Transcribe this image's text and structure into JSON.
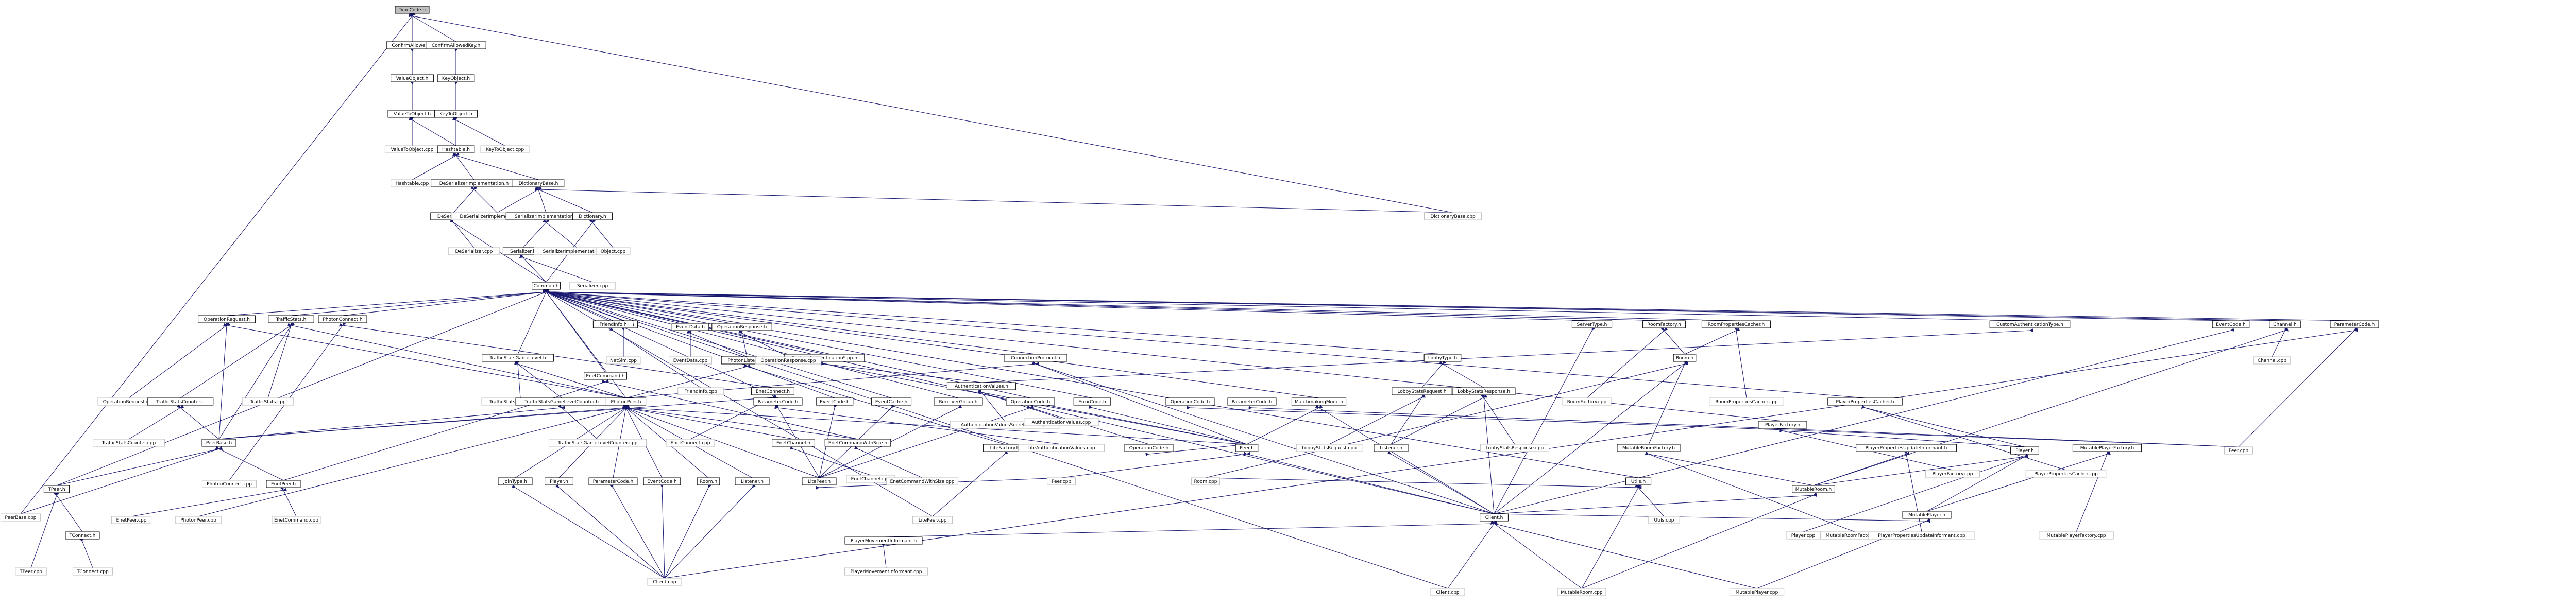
{
  "graph": {
    "edge_color": "#191970",
    "root_fill": "#bfbfbf",
    "nodes": [
      {
        "id": "n0",
        "label": "TypeCode.h",
        "root": true
      },
      {
        "id": "n1",
        "label": "ConfirmAllowed.h"
      },
      {
        "id": "n2",
        "label": "ConfirmAllowedKey.h"
      },
      {
        "id": "n3",
        "label": "ValueObject.h"
      },
      {
        "id": "n4",
        "label": "KeyObject.h"
      },
      {
        "id": "n5",
        "label": "ValueToObject.h"
      },
      {
        "id": "n6",
        "label": "KeyToObject.h"
      },
      {
        "id": "n7",
        "label": "ValueToObject.cpp",
        "plain": true
      },
      {
        "id": "n8",
        "label": "Hashtable.h"
      },
      {
        "id": "n9",
        "label": "KeyToObject.cpp",
        "plain": true
      },
      {
        "id": "n10",
        "label": "Hashtable.cpp",
        "plain": true
      },
      {
        "id": "n11",
        "label": "DeSerializerImplementation.h"
      },
      {
        "id": "n12",
        "label": "DictionaryBase.h"
      },
      {
        "id": "n13",
        "label": "DeSerializer.h"
      },
      {
        "id": "n14",
        "label": "DeSerializerImplementation.cpp",
        "plain": true
      },
      {
        "id": "n15",
        "label": "SerializerImplementation.h"
      },
      {
        "id": "n16",
        "label": "Dictionary.h"
      },
      {
        "id": "n17",
        "label": "DictionaryBase.cpp",
        "plain": true
      },
      {
        "id": "n18",
        "label": "DeSerializer.cpp",
        "plain": true
      },
      {
        "id": "n19",
        "label": "Serializer.h"
      },
      {
        "id": "n20",
        "label": "SerializerImplementation.cpp",
        "plain": true
      },
      {
        "id": "n21",
        "label": "Object.cpp",
        "plain": true
      },
      {
        "id": "n22",
        "label": "Common.h"
      },
      {
        "id": "n23",
        "label": "Serializer.cpp",
        "plain": true
      },
      {
        "id": "n24",
        "label": "OperationRequest.h"
      },
      {
        "id": "n25",
        "label": "TrafficStats.h"
      },
      {
        "id": "n26",
        "label": "PhotonConnect.h"
      },
      {
        "id": "n27",
        "label": "EnetCommand.h"
      },
      {
        "id": "n28",
        "label": "NetSim.h"
      },
      {
        "id": "n29",
        "label": "EventData.h"
      },
      {
        "id": "n30",
        "label": "OperationResponse.h"
      },
      {
        "id": "n31",
        "label": "TrafficStatsGameLevel.h"
      },
      {
        "id": "n32",
        "label": "CustomAuthentication*.pp.h"
      },
      {
        "id": "n33",
        "label": "ConnectionProtocol.h"
      },
      {
        "id": "n34",
        "label": "FriendInfo.h"
      },
      {
        "id": "n35",
        "label": "LobbyType.h"
      },
      {
        "id": "n36",
        "label": "ServerType.h"
      },
      {
        "id": "n37",
        "label": "RoomFactory.h"
      },
      {
        "id": "n38",
        "label": "RoomPropertiesCacher.h"
      },
      {
        "id": "n39",
        "label": "CustomAuthenticationType.h"
      },
      {
        "id": "n40",
        "label": "EventCode.h"
      },
      {
        "id": "n41",
        "label": "Channel.h"
      },
      {
        "id": "n42",
        "label": "ParameterCode.h"
      },
      {
        "id": "n43",
        "label": "OperationRequest.cpp",
        "plain": true
      },
      {
        "id": "n44",
        "label": "TrafficStatsCounter.h"
      },
      {
        "id": "n45",
        "label": "TrafficStats.cpp",
        "plain": true
      },
      {
        "id": "n46",
        "label": "EnetConnect.h"
      },
      {
        "id": "n47",
        "label": "NetSim.cpp",
        "plain": true
      },
      {
        "id": "n48",
        "label": "EventData.cpp",
        "plain": true
      },
      {
        "id": "n49",
        "label": "PhotonListener.h"
      },
      {
        "id": "n50",
        "label": "OperationResponse.cpp",
        "plain": true
      },
      {
        "id": "n51",
        "label": "TrafficStatsGameLevel.cpp",
        "plain": true
      },
      {
        "id": "n52",
        "label": "TrafficStatsGameLevelCounter.h"
      },
      {
        "id": "n53",
        "label": "AuthenticationValues.h"
      },
      {
        "id": "n54",
        "label": "FriendInfo.cpp",
        "plain": true
      },
      {
        "id": "n55",
        "label": "LobbyStatsRequest.h"
      },
      {
        "id": "n56",
        "label": "LobbyStatsResponse.h"
      },
      {
        "id": "n57",
        "label": "Room.h"
      },
      {
        "id": "n58",
        "label": "RoomPropertiesCacher.cpp",
        "plain": true
      },
      {
        "id": "n59",
        "label": "Channel.cpp",
        "plain": true
      },
      {
        "id": "n60",
        "label": "PhotonPeer.h"
      },
      {
        "id": "n61",
        "label": "ParameterCode.h"
      },
      {
        "id": "n62",
        "label": "EventCode.h"
      },
      {
        "id": "n63",
        "label": "EventCache.h"
      },
      {
        "id": "n64",
        "label": "ReceiverGroup.h"
      },
      {
        "id": "n65",
        "label": "OperationCode.h"
      },
      {
        "id": "n66",
        "label": "ErrorCode.h"
      },
      {
        "id": "n67",
        "label": "MatchmakingMode.h"
      },
      {
        "id": "n68",
        "label": "RoomFactory.cpp",
        "plain": true
      },
      {
        "id": "n69",
        "label": "AuthenticationValuesSecretSetter.cpp",
        "plain": true
      },
      {
        "id": "n70",
        "label": "AuthenticationValues.cpp",
        "plain": true
      },
      {
        "id": "n71",
        "label": "PlayerPropertiesCacher.h"
      },
      {
        "id": "n72",
        "label": "PlayerFactory.h"
      },
      {
        "id": "n73",
        "label": "OperationCode.h"
      },
      {
        "id": "n74",
        "label": "ParameterCode.h"
      },
      {
        "id": "n75",
        "label": "TrafficStatsCounter.cpp",
        "plain": true
      },
      {
        "id": "n76",
        "label": "PeerBase.h"
      },
      {
        "id": "n77",
        "label": "TrafficStatsGameLevelCounter.cpp",
        "plain": true
      },
      {
        "id": "n78",
        "label": "EnetConnect.cpp",
        "plain": true
      },
      {
        "id": "n79",
        "label": "EnetChannel.h"
      },
      {
        "id": "n80",
        "label": "EnetCommandWithSize.h"
      },
      {
        "id": "n81",
        "label": "LiteFactory.h"
      },
      {
        "id": "n82",
        "label": "LiteAuthenticationValues.cpp",
        "plain": true
      },
      {
        "id": "n83",
        "label": "OperationCode.h"
      },
      {
        "id": "n84",
        "label": "Peer.h"
      },
      {
        "id": "n85",
        "label": "LobbyStatsRequest.cpp",
        "plain": true
      },
      {
        "id": "n86",
        "label": "Listener.h"
      },
      {
        "id": "n87",
        "label": "LobbyStatsResponse.cpp",
        "plain": true
      },
      {
        "id": "n88",
        "label": "MutableRoomFactory.h"
      },
      {
        "id": "n89",
        "label": "PlayerPropertiesUpdateInformant.h"
      },
      {
        "id": "n90",
        "label": "Player.h"
      },
      {
        "id": "n91",
        "label": "PlayerFactory.cpp",
        "plain": true
      },
      {
        "id": "n92",
        "label": "PlayerPropertiesCacher.cpp",
        "plain": true
      },
      {
        "id": "n93",
        "label": "MutablePlayerFactory.h"
      },
      {
        "id": "n94",
        "label": "Peer.cpp",
        "plain": true
      },
      {
        "id": "n95",
        "label": "TPeer.h"
      },
      {
        "id": "n96",
        "label": "PhotonConnect.cpp",
        "plain": true
      },
      {
        "id": "n97",
        "label": "EnetPeer.h"
      },
      {
        "id": "n98",
        "label": "EnetChannel.cpp",
        "plain": true
      },
      {
        "id": "n99",
        "label": "EnetCommandWithSize.cpp",
        "plain": true
      },
      {
        "id": "n100",
        "label": "JoinType.h"
      },
      {
        "id": "n101",
        "label": "Player.h"
      },
      {
        "id": "n102",
        "label": "ParameterCode.h"
      },
      {
        "id": "n103",
        "label": "EventCode.h"
      },
      {
        "id": "n104",
        "label": "Room.h"
      },
      {
        "id": "n105",
        "label": "Listener.h"
      },
      {
        "id": "n106",
        "label": "LitePeer.h"
      },
      {
        "id": "n107",
        "label": "Room.cpp",
        "plain": true
      },
      {
        "id": "n108",
        "label": "Utils.h"
      },
      {
        "id": "n109",
        "label": "MutableRoom.h"
      },
      {
        "id": "n110",
        "label": "Client.h"
      },
      {
        "id": "n111",
        "label": "MutablePlayer.h"
      },
      {
        "id": "n112",
        "label": "Peer.cpp",
        "plain": true
      },
      {
        "id": "n113",
        "label": "TConnect.h"
      },
      {
        "id": "n114",
        "label": "EnetPeer.cpp",
        "plain": true
      },
      {
        "id": "n115",
        "label": "PhotonPeer.cpp",
        "plain": true
      },
      {
        "id": "n116",
        "label": "EnetCommand.cpp",
        "plain": true
      },
      {
        "id": "n117",
        "label": "PlayerMovementInformant.h"
      },
      {
        "id": "n118",
        "label": "LitePeer.cpp",
        "plain": true
      },
      {
        "id": "n119",
        "label": "Utils.cpp",
        "plain": true
      },
      {
        "id": "n120",
        "label": "Player.cpp",
        "plain": true
      },
      {
        "id": "n121",
        "label": "MutableRoomFactory.cpp",
        "plain": true
      },
      {
        "id": "n122",
        "label": "PlayerPropertiesUpdateInformant.cpp",
        "plain": true
      },
      {
        "id": "n123",
        "label": "MutablePlayerFactory.cpp",
        "plain": true
      },
      {
        "id": "n124",
        "label": "Client.cpp",
        "plain": true
      },
      {
        "id": "n125",
        "label": "PeerBase.cpp",
        "plain": true
      },
      {
        "id": "n126",
        "label": "TPeer.cpp",
        "plain": true
      },
      {
        "id": "n127",
        "label": "TConnect.cpp",
        "plain": true
      },
      {
        "id": "n128",
        "label": "PlayerMovementInformant.cpp",
        "plain": true
      },
      {
        "id": "n129",
        "label": "Client.cpp",
        "plain": true
      },
      {
        "id": "n130",
        "label": "MutableRoom.cpp",
        "plain": true
      },
      {
        "id": "n131",
        "label": "MutablePlayer.cpp",
        "plain": true
      }
    ],
    "edges": [
      [
        "n0",
        "n1"
      ],
      [
        "n0",
        "n2"
      ],
      [
        "n0",
        "n125"
      ],
      [
        "n0",
        "n17"
      ],
      [
        "n1",
        "n3"
      ],
      [
        "n2",
        "n4"
      ],
      [
        "n3",
        "n5"
      ],
      [
        "n4",
        "n6"
      ],
      [
        "n5",
        "n7"
      ],
      [
        "n5",
        "n8"
      ],
      [
        "n6",
        "n8"
      ],
      [
        "n6",
        "n9"
      ],
      [
        "n8",
        "n10"
      ],
      [
        "n8",
        "n11"
      ],
      [
        "n8",
        "n12"
      ],
      [
        "n11",
        "n13"
      ],
      [
        "n11",
        "n14"
      ],
      [
        "n12",
        "n14"
      ],
      [
        "n12",
        "n15"
      ],
      [
        "n12",
        "n16"
      ],
      [
        "n12",
        "n17"
      ],
      [
        "n13",
        "n18"
      ],
      [
        "n13",
        "n22"
      ],
      [
        "n15",
        "n19"
      ],
      [
        "n15",
        "n20"
      ],
      [
        "n16",
        "n21"
      ],
      [
        "n16",
        "n22"
      ],
      [
        "n19",
        "n22"
      ],
      [
        "n19",
        "n23"
      ],
      [
        "n22",
        "n24"
      ],
      [
        "n22",
        "n25"
      ],
      [
        "n22",
        "n26"
      ],
      [
        "n22",
        "n27"
      ],
      [
        "n22",
        "n28"
      ],
      [
        "n22",
        "n29"
      ],
      [
        "n22",
        "n30"
      ],
      [
        "n22",
        "n31"
      ],
      [
        "n22",
        "n32"
      ],
      [
        "n22",
        "n33"
      ],
      [
        "n22",
        "n34"
      ],
      [
        "n22",
        "n35"
      ],
      [
        "n22",
        "n36"
      ],
      [
        "n22",
        "n37"
      ],
      [
        "n22",
        "n38"
      ],
      [
        "n22",
        "n39"
      ],
      [
        "n22",
        "n40"
      ],
      [
        "n22",
        "n41"
      ],
      [
        "n22",
        "n42"
      ],
      [
        "n22",
        "n60"
      ],
      [
        "n22",
        "n61"
      ],
      [
        "n22",
        "n62"
      ],
      [
        "n22",
        "n63"
      ],
      [
        "n22",
        "n64"
      ],
      [
        "n22",
        "n65"
      ],
      [
        "n22",
        "n66"
      ],
      [
        "n22",
        "n67"
      ],
      [
        "n22",
        "n71"
      ],
      [
        "n22",
        "n72"
      ],
      [
        "n22",
        "n95"
      ],
      [
        "n22",
        "n108"
      ],
      [
        "n22",
        "n110"
      ],
      [
        "n22",
        "n129"
      ],
      [
        "n22",
        "n118"
      ],
      [
        "n24",
        "n43"
      ],
      [
        "n24",
        "n60"
      ],
      [
        "n24",
        "n76"
      ],
      [
        "n25",
        "n44"
      ],
      [
        "n25",
        "n45"
      ],
      [
        "n25",
        "n60"
      ],
      [
        "n25",
        "n76"
      ],
      [
        "n26",
        "n46"
      ],
      [
        "n26",
        "n96"
      ],
      [
        "n27",
        "n80"
      ],
      [
        "n27",
        "n97"
      ],
      [
        "n28",
        "n47"
      ],
      [
        "n29",
        "n48"
      ],
      [
        "n29",
        "n49"
      ],
      [
        "n30",
        "n49"
      ],
      [
        "n30",
        "n50"
      ],
      [
        "n31",
        "n51"
      ],
      [
        "n31",
        "n52"
      ],
      [
        "n31",
        "n60"
      ],
      [
        "n32",
        "n53"
      ],
      [
        "n32",
        "n84"
      ],
      [
        "n33",
        "n60"
      ],
      [
        "n33",
        "n84"
      ],
      [
        "n33",
        "n110"
      ],
      [
        "n34",
        "n54"
      ],
      [
        "n35",
        "n55"
      ],
      [
        "n35",
        "n56"
      ],
      [
        "n36",
        "n110"
      ],
      [
        "n37",
        "n57"
      ],
      [
        "n37",
        "n68"
      ],
      [
        "n38",
        "n57"
      ],
      [
        "n38",
        "n58"
      ],
      [
        "n39",
        "n53"
      ],
      [
        "n40",
        "n110"
      ],
      [
        "n41",
        "n59"
      ],
      [
        "n41",
        "n109"
      ],
      [
        "n42",
        "n94"
      ],
      [
        "n42",
        "n124"
      ],
      [
        "n44",
        "n75"
      ],
      [
        "n44",
        "n76"
      ],
      [
        "n46",
        "n76"
      ],
      [
        "n46",
        "n78"
      ],
      [
        "n49",
        "n60"
      ],
      [
        "n49",
        "n81"
      ],
      [
        "n52",
        "n77"
      ],
      [
        "n52",
        "n76"
      ],
      [
        "n53",
        "n69"
      ],
      [
        "n53",
        "n70"
      ],
      [
        "n53",
        "n84"
      ],
      [
        "n55",
        "n85"
      ],
      [
        "n55",
        "n86"
      ],
      [
        "n56",
        "n86"
      ],
      [
        "n56",
        "n87"
      ],
      [
        "n56",
        "n110"
      ],
      [
        "n57",
        "n88"
      ],
      [
        "n57",
        "n107"
      ],
      [
        "n57",
        "n110"
      ],
      [
        "n60",
        "n76"
      ],
      [
        "n60",
        "n79"
      ],
      [
        "n60",
        "n80"
      ],
      [
        "n60",
        "n84"
      ],
      [
        "n60",
        "n100"
      ],
      [
        "n60",
        "n101"
      ],
      [
        "n60",
        "n102"
      ],
      [
        "n60",
        "n103"
      ],
      [
        "n60",
        "n104"
      ],
      [
        "n60",
        "n105"
      ],
      [
        "n60",
        "n106"
      ],
      [
        "n60",
        "n115"
      ],
      [
        "n61",
        "n82"
      ],
      [
        "n61",
        "n106"
      ],
      [
        "n62",
        "n106"
      ],
      [
        "n63",
        "n106"
      ],
      [
        "n64",
        "n106"
      ],
      [
        "n65",
        "n106"
      ],
      [
        "n65",
        "n83"
      ],
      [
        "n66",
        "n84"
      ],
      [
        "n67",
        "n84"
      ],
      [
        "n67",
        "n110"
      ],
      [
        "n71",
        "n90"
      ],
      [
        "n71",
        "n92"
      ],
      [
        "n72",
        "n90"
      ],
      [
        "n72",
        "n91"
      ],
      [
        "n73",
        "n94"
      ],
      [
        "n74",
        "n94"
      ],
      [
        "n76",
        "n95"
      ],
      [
        "n76",
        "n97"
      ],
      [
        "n76",
        "n125"
      ],
      [
        "n79",
        "n98"
      ],
      [
        "n80",
        "n99"
      ],
      [
        "n81",
        "n118"
      ],
      [
        "n83",
        "n84"
      ],
      [
        "n84",
        "n112"
      ],
      [
        "n84",
        "n110"
      ],
      [
        "n86",
        "n110"
      ],
      [
        "n88",
        "n109"
      ],
      [
        "n88",
        "n121"
      ],
      [
        "n89",
        "n109"
      ],
      [
        "n89",
        "n122"
      ],
      [
        "n90",
        "n109"
      ],
      [
        "n90",
        "n111"
      ],
      [
        "n90",
        "n120"
      ],
      [
        "n93",
        "n111"
      ],
      [
        "n93",
        "n123"
      ],
      [
        "n95",
        "n113"
      ],
      [
        "n95",
        "n126"
      ],
      [
        "n97",
        "n114"
      ],
      [
        "n97",
        "n116"
      ],
      [
        "n100",
        "n124"
      ],
      [
        "n101",
        "n124"
      ],
      [
        "n102",
        "n124"
      ],
      [
        "n103",
        "n124"
      ],
      [
        "n104",
        "n124"
      ],
      [
        "n105",
        "n124"
      ],
      [
        "n106",
        "n112"
      ],
      [
        "n108",
        "n119"
      ],
      [
        "n108",
        "n107"
      ],
      [
        "n108",
        "n130"
      ],
      [
        "n109",
        "n110"
      ],
      [
        "n109",
        "n130"
      ],
      [
        "n110",
        "n129"
      ],
      [
        "n110",
        "n130"
      ],
      [
        "n110",
        "n131"
      ],
      [
        "n111",
        "n110"
      ],
      [
        "n111",
        "n131"
      ],
      [
        "n113",
        "n127"
      ],
      [
        "n117",
        "n128"
      ],
      [
        "n110",
        "n117"
      ]
    ]
  }
}
